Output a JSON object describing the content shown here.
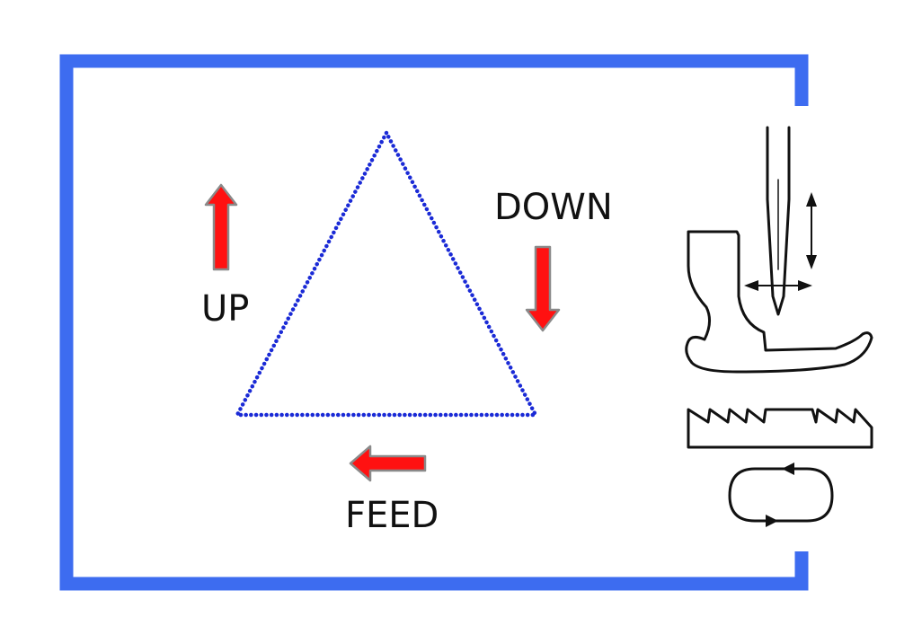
{
  "labels": {
    "up": "UP",
    "down": "DOWN",
    "feed": "FEED"
  },
  "colors": {
    "frame": "#3d6cf0",
    "triangle": "#1a2ad6",
    "arrow_fill": "#ff1111",
    "arrow_stroke": "#8a8a8a",
    "ink": "#111111"
  },
  "illustration": {
    "parts": [
      "presser-foot",
      "needle",
      "feed-dog",
      "bobbin-path"
    ]
  }
}
